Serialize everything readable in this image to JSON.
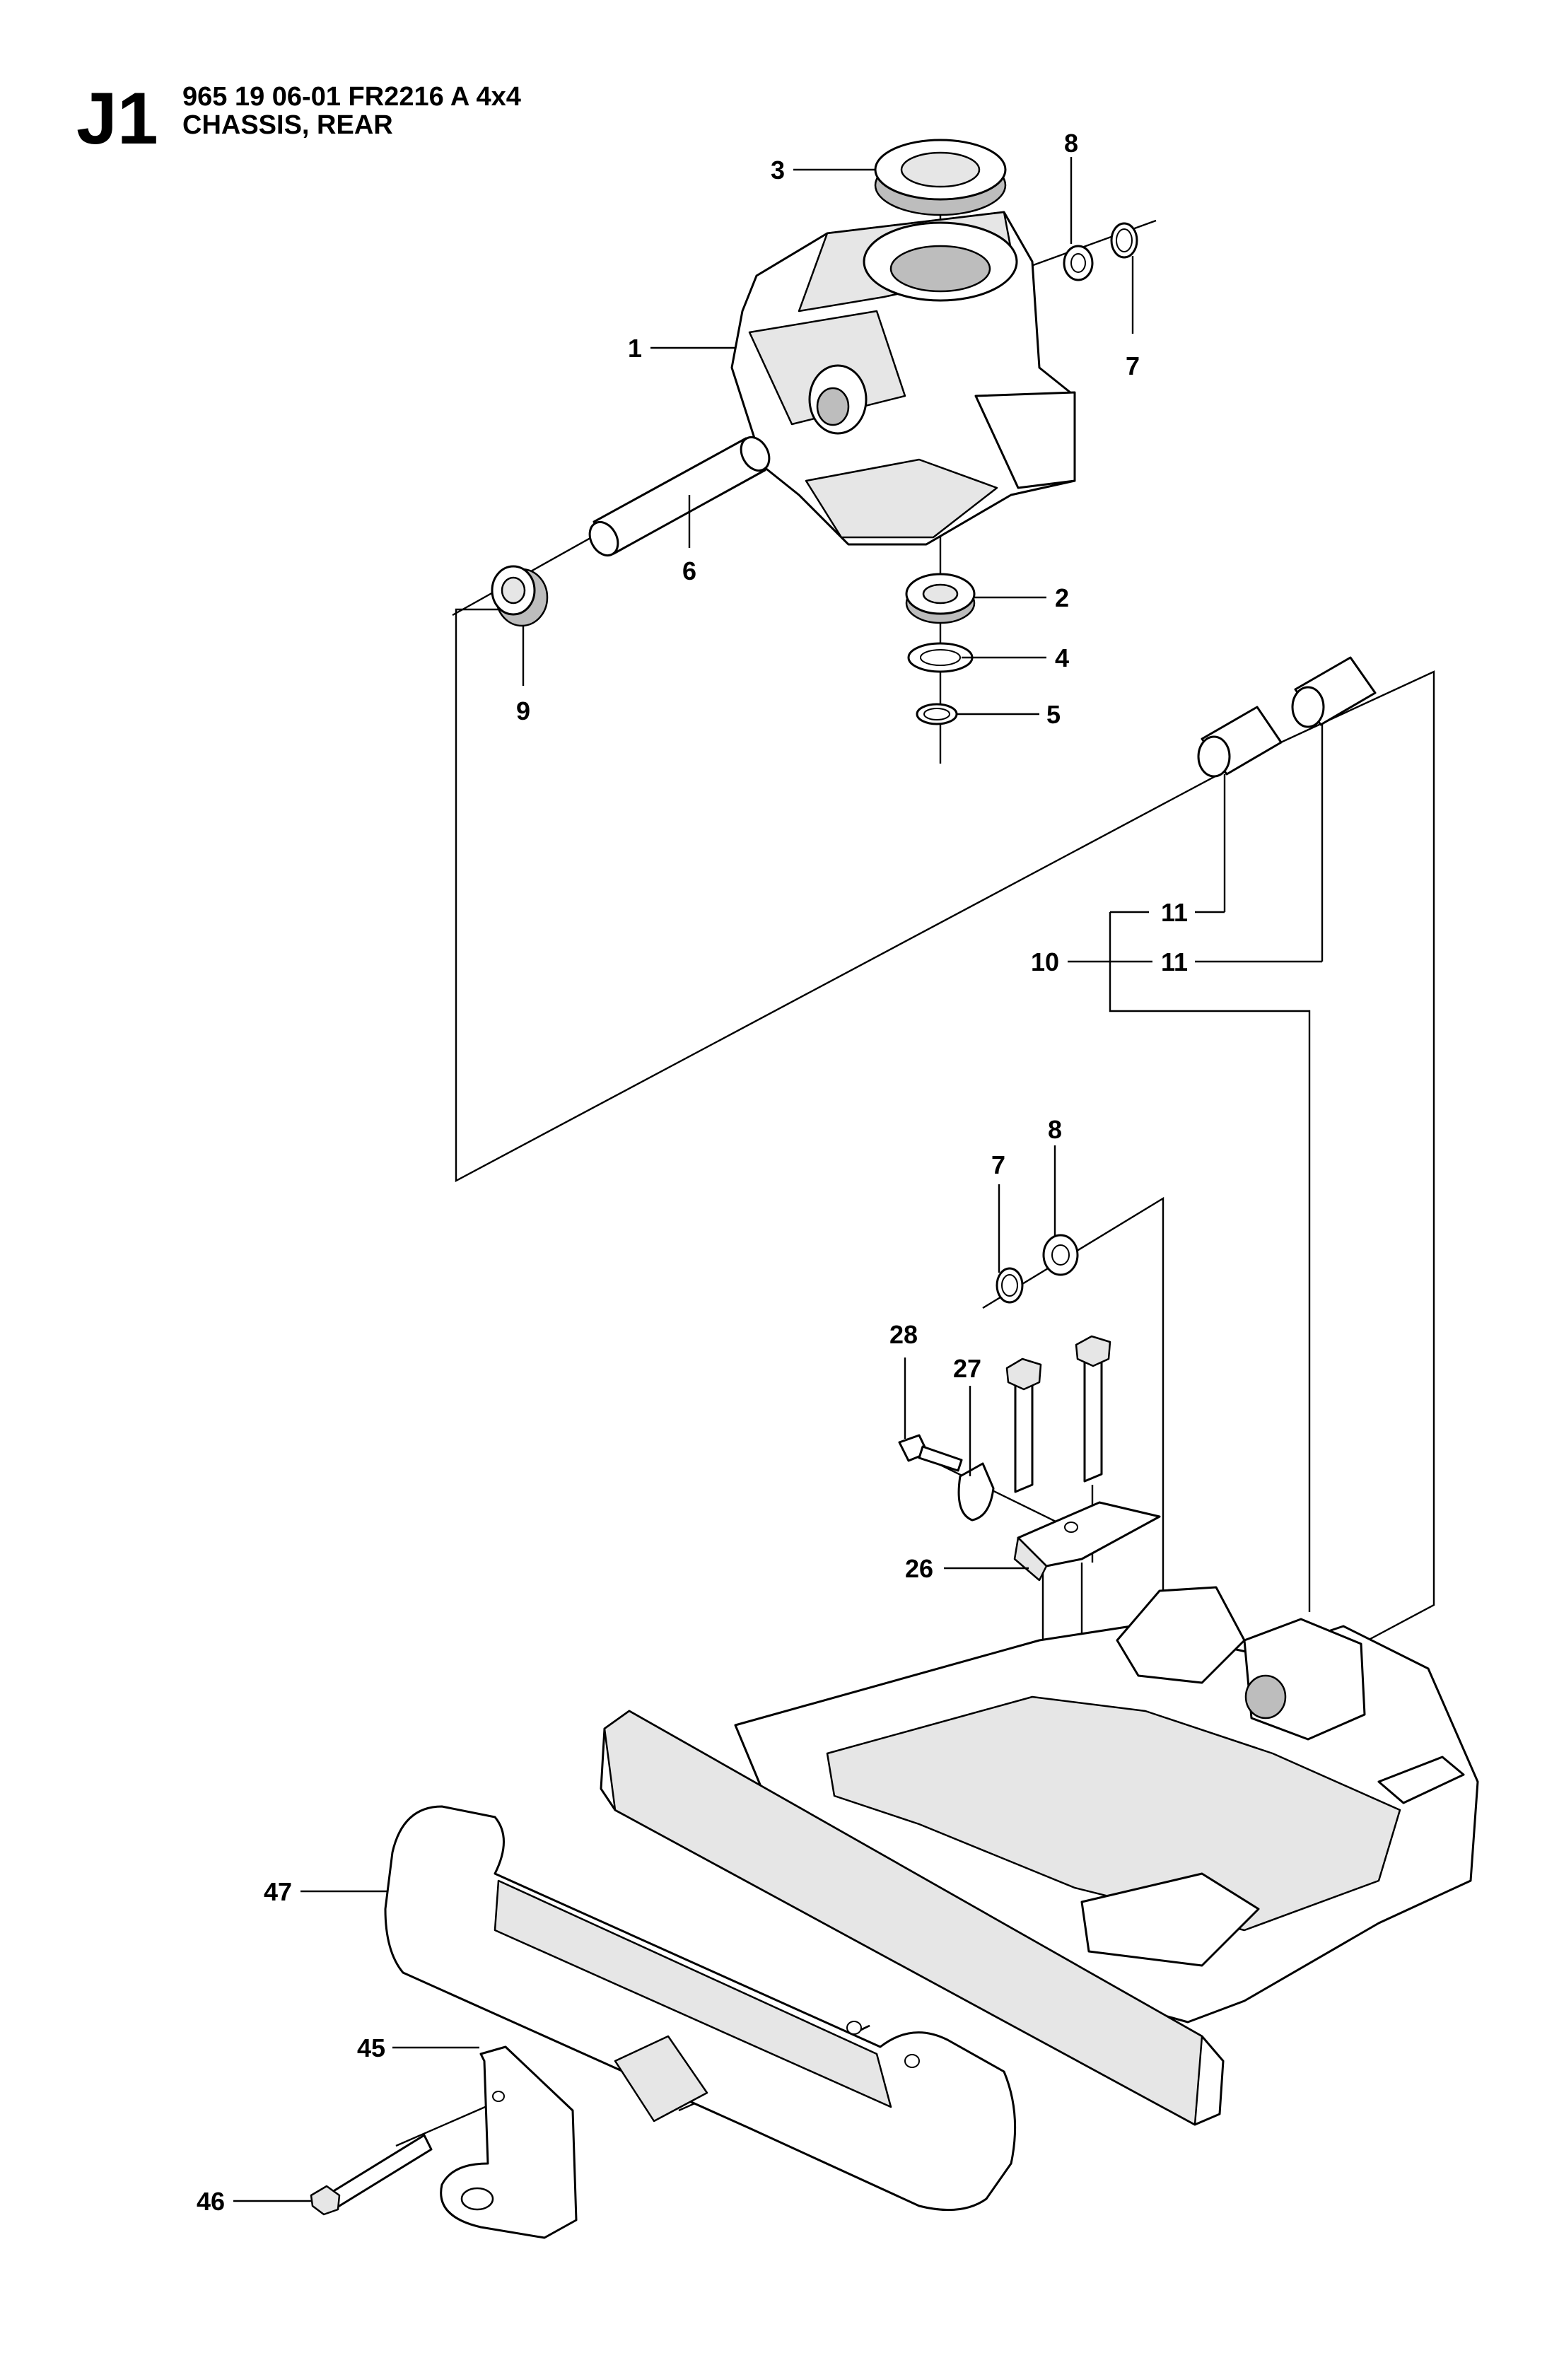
{
  "header": {
    "code": "J1",
    "model": "965 19 06-01 FR2216 A 4x4",
    "title": "CHASSIS, REAR"
  },
  "callouts": [
    {
      "id": "c1",
      "label": "1"
    },
    {
      "id": "c2",
      "label": "2"
    },
    {
      "id": "c3",
      "label": "3"
    },
    {
      "id": "c4",
      "label": "4"
    },
    {
      "id": "c5",
      "label": "5"
    },
    {
      "id": "c6",
      "label": "6"
    },
    {
      "id": "c7a",
      "label": "7"
    },
    {
      "id": "c8a",
      "label": "8"
    },
    {
      "id": "c9",
      "label": "9"
    },
    {
      "id": "c10",
      "label": "10"
    },
    {
      "id": "c11a",
      "label": "11"
    },
    {
      "id": "c11b",
      "label": "11"
    },
    {
      "id": "c7b",
      "label": "7"
    },
    {
      "id": "c8b",
      "label": "8"
    },
    {
      "id": "c26",
      "label": "26"
    },
    {
      "id": "c27",
      "label": "27"
    },
    {
      "id": "c28",
      "label": "28"
    },
    {
      "id": "c45",
      "label": "45"
    },
    {
      "id": "c46",
      "label": "46"
    },
    {
      "id": "c47",
      "label": "47"
    }
  ],
  "parts": [
    {
      "name": "steering-knuckle-housing"
    },
    {
      "name": "bearing"
    },
    {
      "name": "top-seal-bearing"
    },
    {
      "name": "retaining-ring"
    },
    {
      "name": "circlip"
    },
    {
      "name": "pivot-shaft"
    },
    {
      "name": "lock-ring"
    },
    {
      "name": "washer"
    },
    {
      "name": "bushing"
    },
    {
      "name": "sleeve-pair"
    },
    {
      "name": "bracket-26"
    },
    {
      "name": "clip-27"
    },
    {
      "name": "screw-28"
    },
    {
      "name": "hitch-bracket"
    },
    {
      "name": "bolt-46"
    },
    {
      "name": "rear-bumper-47"
    },
    {
      "name": "rear-chassis-frame"
    }
  ]
}
